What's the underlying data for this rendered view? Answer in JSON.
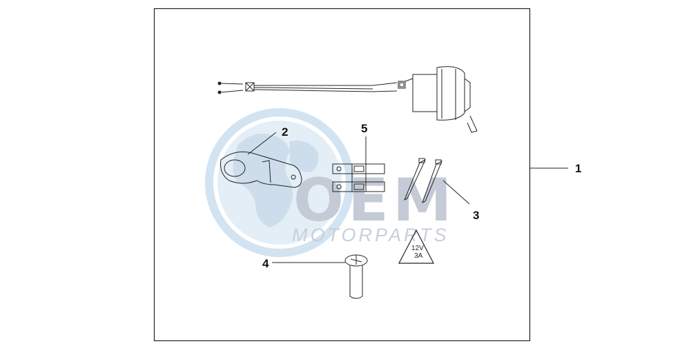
{
  "callouts": {
    "c1": "1",
    "c2": "2",
    "c3": "3",
    "c4": "4",
    "c5": "5"
  },
  "watermark": {
    "logo": "OEM",
    "tagline": "MOTORPARTS"
  },
  "warning_label": {
    "line1": "12V",
    "line2": "3A"
  },
  "colors": {
    "line": "#222222",
    "watermark_blue": "#cfe0ef",
    "watermark_land": "#dbe6f1",
    "watermark_text": "#c9cfd8"
  }
}
